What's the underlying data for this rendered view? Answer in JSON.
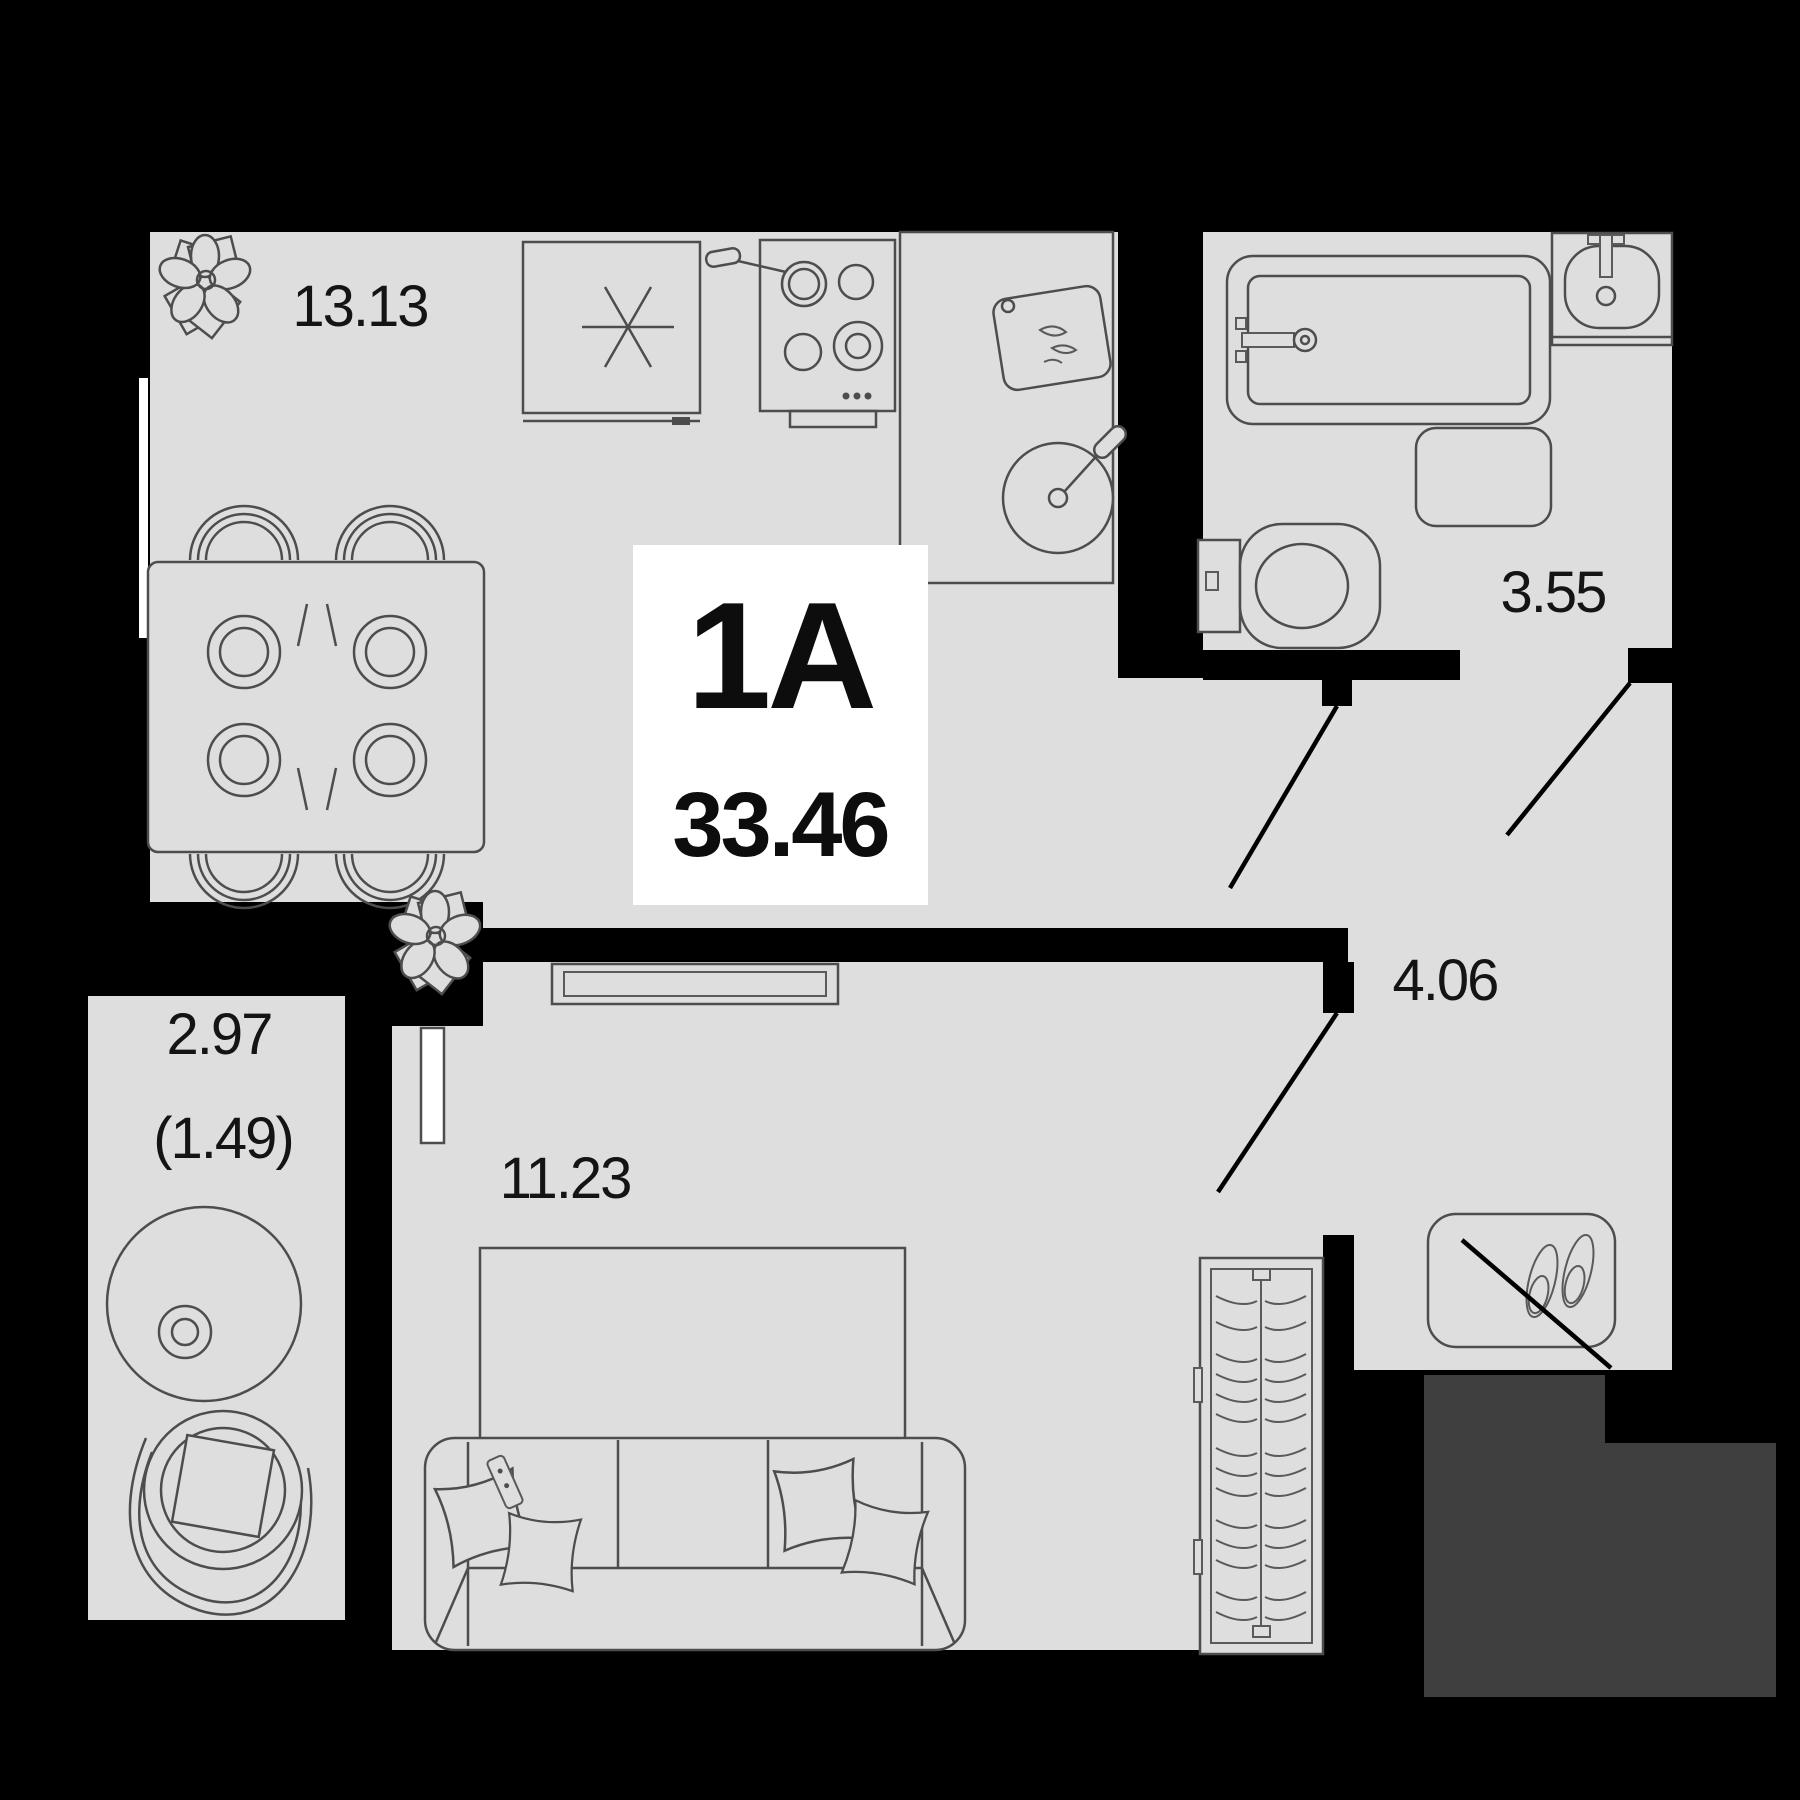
{
  "floor_plan": {
    "unit": {
      "type_label": "1A",
      "total_area": "33.46"
    },
    "rooms": [
      {
        "id": "kitchen-living-room",
        "area": "13.13"
      },
      {
        "id": "bathroom",
        "area": "3.55"
      },
      {
        "id": "hallway",
        "area": "4.06"
      },
      {
        "id": "bedroom",
        "area": "11.23"
      },
      {
        "id": "balcony",
        "area": "2.97",
        "area_reduced": "(1.49)"
      }
    ],
    "icons": [
      "plant-icon",
      "fridge-icon",
      "cooktop-icon",
      "cutting-board-icon",
      "kitchen-sink-icon",
      "dining-table-icon",
      "chair-icon",
      "bathtub-icon",
      "washbasin-icon",
      "washing-machine-icon",
      "toilet-icon",
      "tv-icon",
      "sofa-icon",
      "pillow-icon",
      "remote-icon",
      "rug",
      "wardrobe-icon",
      "shoe-cabinet-icon",
      "shoes-icon",
      "round-table-icon",
      "armchair-icon",
      "door-swing-line",
      "balcony-door-leaf",
      "window-strip"
    ],
    "colors": {
      "background": "#000000",
      "floor": "#dedede",
      "walls": "#000000",
      "landing": "#3f3f3f",
      "furniture_outline": "#4d4d4d",
      "info_box": "#ffffff"
    }
  }
}
